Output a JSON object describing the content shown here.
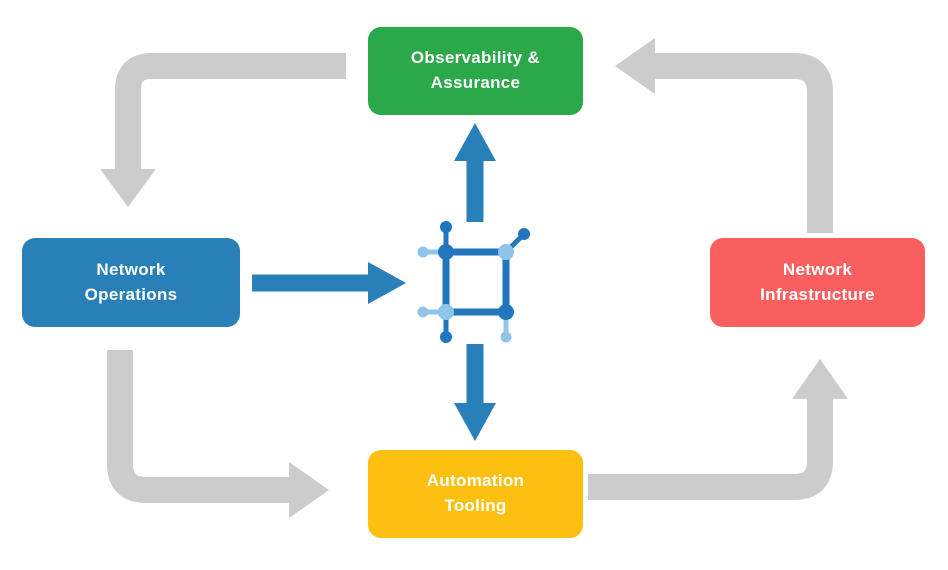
{
  "nodes": {
    "observability": {
      "label": "Observability &\nAssurance",
      "color": "#2BA84A"
    },
    "operations": {
      "label": "Network\nOperations",
      "color": "#2980B9"
    },
    "infrastructure": {
      "label": "Network\nInfrastructure",
      "color": "#F95F5F"
    },
    "automation": {
      "label": "Automation\nTooling",
      "color": "#FDC011"
    }
  },
  "hub_icon": "network-node-icon",
  "colors": {
    "cycle_arrow": "#CCCCCC",
    "hub_arrow": "#2980B9",
    "icon_dark": "#2176BD",
    "icon_light": "#90C5EB",
    "label_text": "#FFFFFF",
    "background": "#FFFFFF"
  }
}
